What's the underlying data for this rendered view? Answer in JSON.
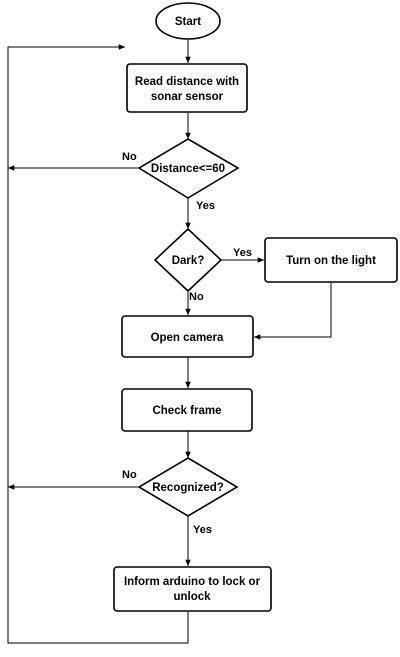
{
  "nodes": {
    "start": "Start",
    "read_line1": "Read distance with",
    "read_line2": "sonar sensor",
    "distance_check": "Distance<=60",
    "dark_check": "Dark?",
    "turn_on_light": "Turn on the light",
    "open_camera": "Open camera",
    "check_frame": "Check frame",
    "recognized_check": "Recognized?",
    "inform_line1": "Inform arduino to lock or",
    "inform_line2": "unlock"
  },
  "edge_labels": {
    "distance_no": "No",
    "distance_yes": "Yes",
    "dark_yes": "Yes",
    "dark_no": "No",
    "recognized_no": "No",
    "recognized_yes": "Yes"
  }
}
